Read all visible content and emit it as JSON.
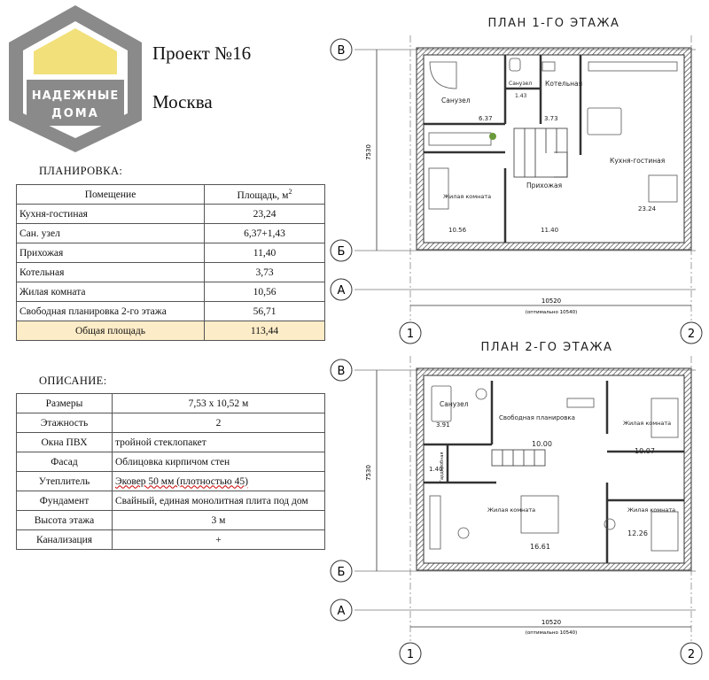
{
  "logo": {
    "line1": "НАДЕЖНЫЕ",
    "line2": "ДОМА"
  },
  "project_title": "Проект №16",
  "city": "Москва",
  "layout_section": {
    "heading": "ПЛАНИРОВКА:",
    "col_room": "Помещение",
    "col_area": "Площадь, м",
    "col_area_sup": "2",
    "rows": [
      {
        "room": "Кухня-гостиная",
        "area": "23,24"
      },
      {
        "room": "Сан. узел",
        "area": "6,37+1,43"
      },
      {
        "room": "Прихожая",
        "area": "11,40"
      },
      {
        "room": "Котельная",
        "area": "3,73"
      },
      {
        "room": "Жилая комната",
        "area": "10,56"
      },
      {
        "room": "Свободная планировка 2-го этажа",
        "area": "56,71"
      }
    ],
    "total_label": "Общая площадь",
    "total_value": "113,44"
  },
  "description_section": {
    "heading": "ОПИСАНИЕ:",
    "rows": [
      {
        "label": "Размеры",
        "value": "7,53 х 10,52 м",
        "align": "center"
      },
      {
        "label": "Этажность",
        "value": "2",
        "align": "center"
      },
      {
        "label": "Окна ПВХ",
        "value": "тройной стеклопакет",
        "align": "left"
      },
      {
        "label": "Фасад",
        "value": "Облицовка кирпичом стен",
        "align": "left"
      },
      {
        "label": "Утеплитель",
        "value": "Эковер 50 мм (плотностью 45)",
        "align": "left"
      },
      {
        "label": "Фундамент",
        "value": "Свайный, единая монолитная плита под дом",
        "align": "left"
      },
      {
        "label": "Высота этажа",
        "value": "3 м",
        "align": "center"
      },
      {
        "label": "Канализация",
        "value": "+",
        "align": "center"
      }
    ]
  },
  "floor1": {
    "title": "ПЛАН 1-ГО ЭТАЖА",
    "axis_b_top": "В",
    "axis_b_bottom": "Б",
    "axis_a": "А",
    "axis_1": "1",
    "axis_2": "2",
    "dim_vertical": "7530",
    "dim_width": "10520",
    "dim_width_note": "(оптимально 10540)",
    "rooms": [
      {
        "name": "Санузел",
        "area": "6.37"
      },
      {
        "name": "Санузел",
        "area": "1.43"
      },
      {
        "name": "Котельная",
        "area": "3.73"
      },
      {
        "name": "Кухня-гостиная",
        "area": "23.24"
      },
      {
        "name": "Прихожая",
        "area": "11.40"
      },
      {
        "name": "Жилая комната",
        "area": "10.56"
      }
    ]
  },
  "floor2": {
    "title": "ПЛАН 2-ГО ЭТАЖА",
    "axis_b_top": "В",
    "axis_b_bottom": "Б",
    "axis_a": "А",
    "axis_1": "1",
    "axis_2": "2",
    "dim_vertical": "7530",
    "dim_width": "10520",
    "dim_width_note": "(оптимально 10540)",
    "rooms": [
      {
        "name": "Санузел",
        "area": "3.91"
      },
      {
        "name": "Свободная планировка",
        "area": "10.00"
      },
      {
        "name": "Жилая комната",
        "area": "10.07"
      },
      {
        "name": "Гардеробная",
        "area": "1.40"
      },
      {
        "name": "Жилая комната",
        "area": "16.61"
      },
      {
        "name": "Жилая комната",
        "area": "12.26"
      }
    ]
  }
}
